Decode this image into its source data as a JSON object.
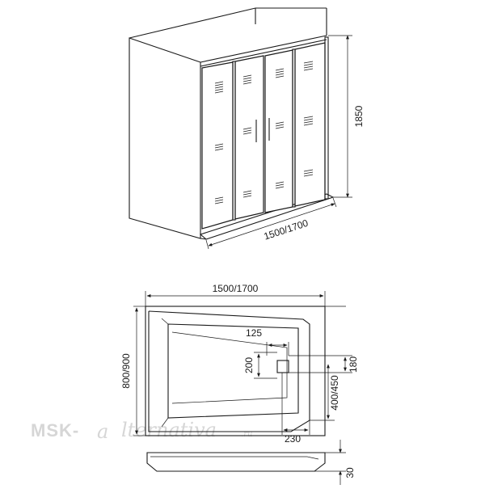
{
  "top_view": {
    "width_label": "1500/1700",
    "height_label": "1850"
  },
  "tray_plan": {
    "width_label": "1500/1700",
    "depth_label": "800/900",
    "dim_125": "125",
    "dim_200": "200",
    "dim_180": "180",
    "dim_400_450": "400/450",
    "dim_230": "230"
  },
  "tray_side": {
    "height_label": "30"
  },
  "watermark": {
    "brand_left": "MSK-",
    "brand_at": "a",
    "brand_right": "lternativa",
    "brand_tld": ".ru"
  }
}
